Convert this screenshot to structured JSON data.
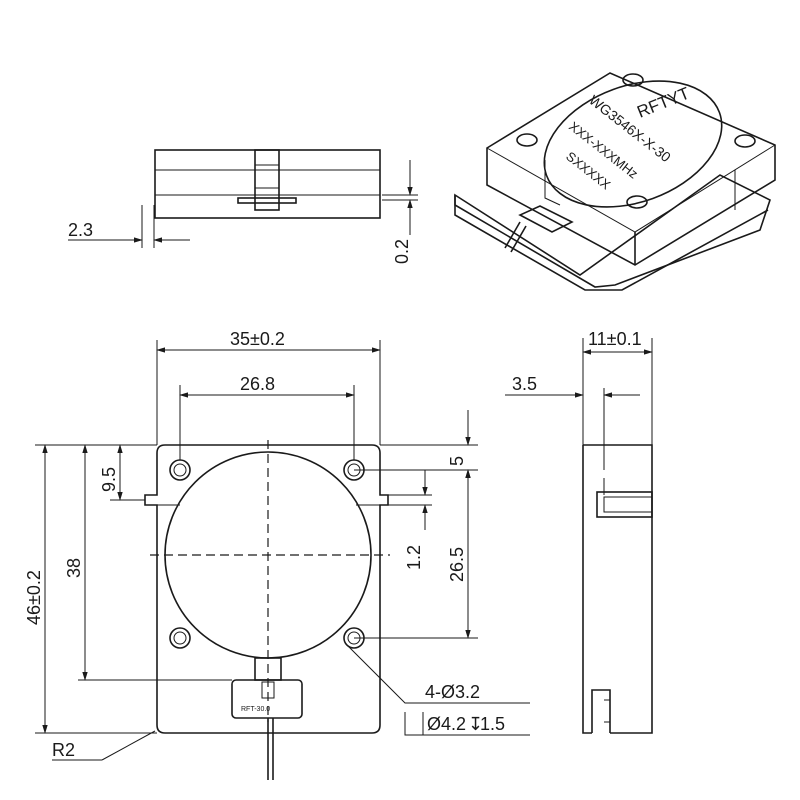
{
  "dimensions": {
    "side_width": "2.3",
    "side_thickness": "0.2",
    "overall_width": "35±0.2",
    "hole_spacing_x": "26.8",
    "hole_offset_top": "9.5",
    "overall_height": "46±0.2",
    "body_height": "38",
    "hole_offset_right": "5",
    "tab_width": "1.2",
    "hole_spacing_y": "26.5",
    "profile_thickness": "11±0.1",
    "profile_step": "3.5",
    "hole_spec": "4-Ø3.2",
    "counterbore_spec": "Ø4.2",
    "counterbore_depth": "1.5",
    "corner_radius": "R2"
  },
  "markings": {
    "pin_label": "RFT-30.0",
    "brand": "RFTYT",
    "model": "WG3546X-X-30",
    "freq": "XXX-XXXMHz",
    "serial": "SXXXXX"
  },
  "colors": {
    "line": "#1a1a1a",
    "background": "#ffffff"
  }
}
